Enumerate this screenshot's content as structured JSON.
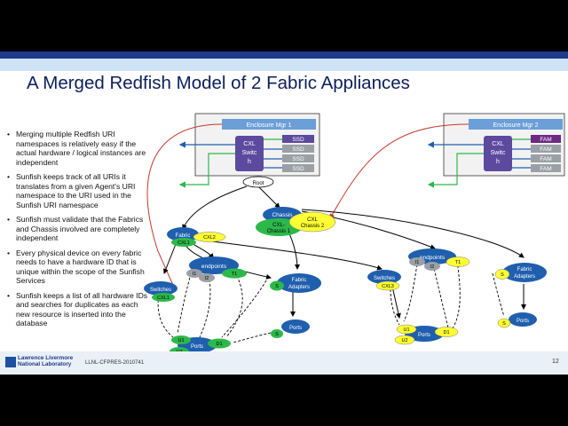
{
  "title": "A Merged Redfish Model of 2 Fabric Appliances",
  "bullets": [
    "Merging multiple Redfish URI namespaces is relatively easy if the actual hardware / logical instances are independent",
    "Sunfish keeps track of all URIs it translates from a given Agent's URI namespace to the URI used in the Sunfish URI namespace",
    "Sunfish must validate that the Fabrics and Chassis involved are completely independent",
    "Every physical device on every fabric needs to have a hardware ID that is unique within the scope of the Sunfish Services",
    "Sunfish keeps a list of all hardware IDs and searches for duplicates as each new resource is inserted into the database"
  ],
  "appliance1": {
    "header": "Enclosure Mgr 1",
    "switch_lines": [
      "CXL",
      "Switc",
      "h"
    ],
    "devices": [
      "SSD",
      "SSD",
      "SSD",
      "SSD"
    ]
  },
  "appliance2": {
    "header": "Enclosure Mgr 2",
    "switch_lines": [
      "CXL",
      "Switc",
      "h"
    ],
    "devices": [
      "FAM",
      "FAM",
      "FAM",
      "FAM"
    ]
  },
  "nodes": {
    "root": "Root",
    "chassis": "Chassis",
    "cxl_chassis1": [
      "CXL-",
      "Chassis 1"
    ],
    "cxl_chassis2": [
      "CXL",
      "Chassis 2"
    ],
    "fabric": "Fabric",
    "cxl1": "CXL1",
    "cxl2": "CXL2",
    "endpoints": "endpoints",
    "i1": "I1",
    "i2": "I2",
    "t1": "T1",
    "switches": "Switches",
    "fabric_adapters": [
      "Fabric",
      "Adapters"
    ],
    "ports": "Ports",
    "u1": "U1",
    "u2": "U2",
    "d1": "D1",
    "s": "S",
    "cxl3": "CXL3"
  },
  "colors": {
    "blue": "#1f5fae",
    "green": "#2db84a",
    "yellow": "#ffff33",
    "gray": "#9aa0a6",
    "dark_red": "#c0392b",
    "switch_purple": "#5b4a9e",
    "header_blue": "#6a9fd8",
    "fam_purple": "#6b2a86"
  },
  "footer": {
    "logo": "Lawrence Livermore National Laboratory",
    "doc_id": "LLNL-CFPRES-2010741",
    "page": "12"
  }
}
